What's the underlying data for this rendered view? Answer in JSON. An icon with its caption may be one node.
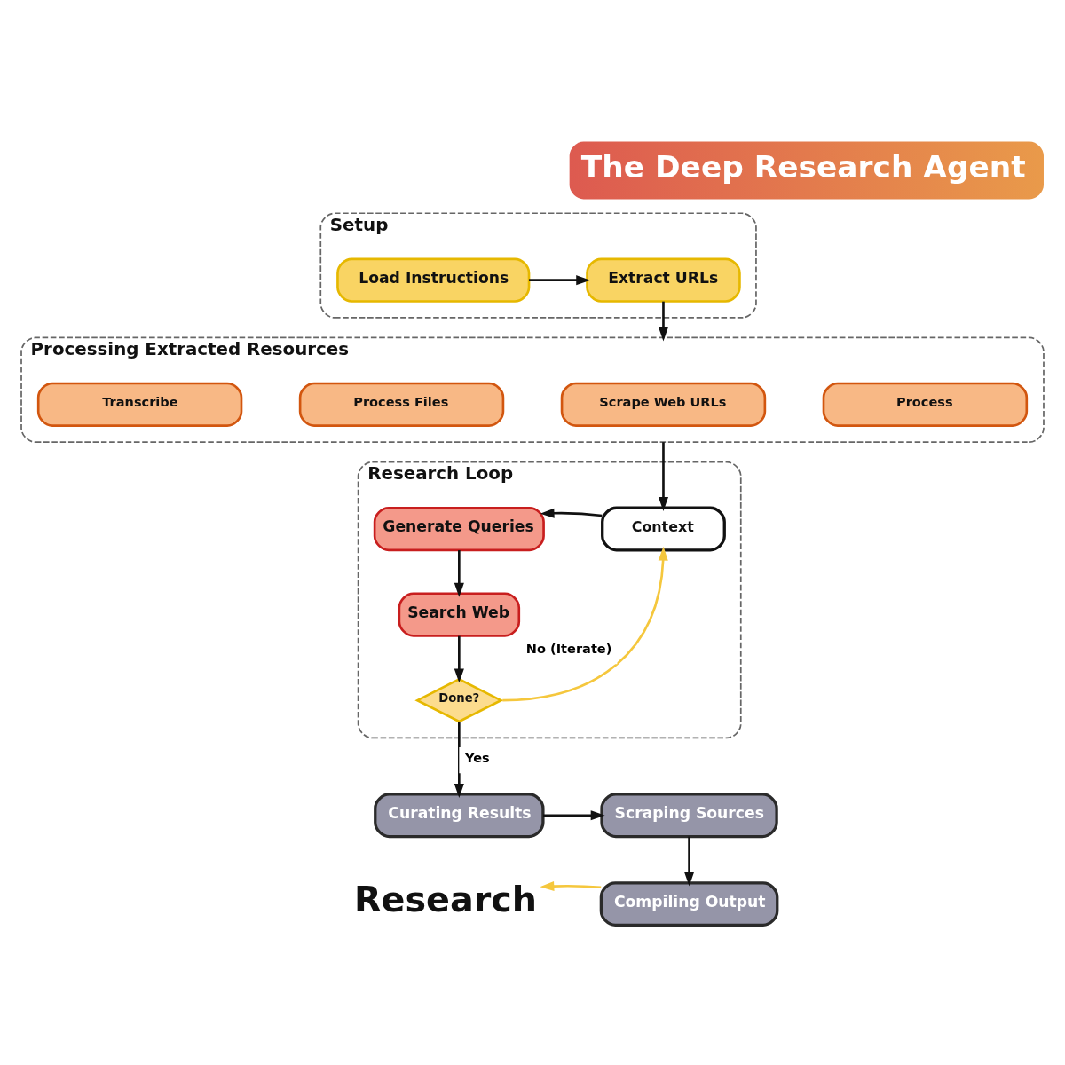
{
  "diagram": {
    "title": "The Deep Research Agent",
    "nodes": [
      {
        "text": [
          "Setup"
        ]
      },
      {
        "text": [
          "Load Instructions"
        ],
        "in": 0
      },
      {
        "text": [
          "Extract URLs"
        ],
        "in": 0
      },
      {
        "text": [
          "Processing Extracted Resources"
        ]
      },
      {
        "text": [
          "Transcribe"
        ],
        "in": 3
      },
      {
        "text": [
          "Process Files"
        ],
        "in": 3
      },
      {
        "text": [
          "Scrape Web URLs"
        ],
        "in": 3
      },
      {
        "text": [
          "Process"
        ],
        "in": 3
      },
      {
        "text": [
          "Research Loop"
        ]
      },
      {
        "text": [
          "Generate Queries"
        ],
        "in": 8
      },
      {
        "text": [
          "Context"
        ],
        "in": 8
      },
      {
        "text": [
          "Search Web"
        ],
        "in": 8
      },
      {
        "text": [
          "Done?"
        ],
        "in": 8
      },
      {
        "text": [
          "Curating Results"
        ]
      },
      {
        "text": [
          "Scraping Sources"
        ]
      },
      {
        "text": [
          "Compiling Output"
        ]
      },
      {
        "text": [
          "Research"
        ]
      }
    ],
    "edges": [
      {
        "from": 1,
        "to": 2,
        "arrow": "to"
      },
      {
        "from": 2,
        "to": 3,
        "arrow": "to"
      },
      {
        "from": 3,
        "to": 10,
        "arrow": "to"
      },
      {
        "from": 10,
        "to": 9,
        "arrow": "to"
      },
      {
        "from": 9,
        "to": 11,
        "arrow": "to"
      },
      {
        "from": 11,
        "to": 12,
        "arrow": "to"
      },
      {
        "from": 12,
        "to": 10,
        "arrow": "to",
        "label": "No (Iterate)",
        "color": "#f5c73d"
      },
      {
        "from": 12,
        "to": 13,
        "arrow": "to",
        "label": "Yes"
      },
      {
        "from": 13,
        "to": 14,
        "arrow": "to"
      },
      {
        "from": 14,
        "to": 15,
        "arrow": "to"
      },
      {
        "from": 15,
        "to": 16,
        "arrow": "to",
        "color": "#f5c73d"
      }
    ]
  }
}
